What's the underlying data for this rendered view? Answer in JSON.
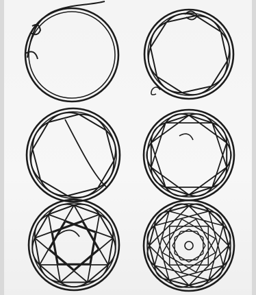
{
  "figure": {
    "panels": [
      {
        "id": "panel-1",
        "step": 1,
        "ring": true,
        "weave": "wrap",
        "tail": "top"
      },
      {
        "id": "panel-2",
        "step": 2,
        "ring": true,
        "weave": "loops",
        "n": 8,
        "tail": "bottom-left"
      },
      {
        "id": "panel-3",
        "step": 3,
        "ring": true,
        "weave": "loops-diagonal",
        "n": 8
      },
      {
        "id": "panel-4",
        "step": 4,
        "ring": true,
        "weave": "star",
        "n": 10
      },
      {
        "id": "panel-5",
        "step": 5,
        "ring": true,
        "weave": "star-double",
        "n": 9
      },
      {
        "id": "panel-6",
        "step": 6,
        "ring": true,
        "weave": "web-complete",
        "n": 12
      }
    ],
    "colors": {
      "line": "#1c1c1c",
      "paper": "#f5f5f5",
      "background": "#d9d9d9"
    }
  }
}
